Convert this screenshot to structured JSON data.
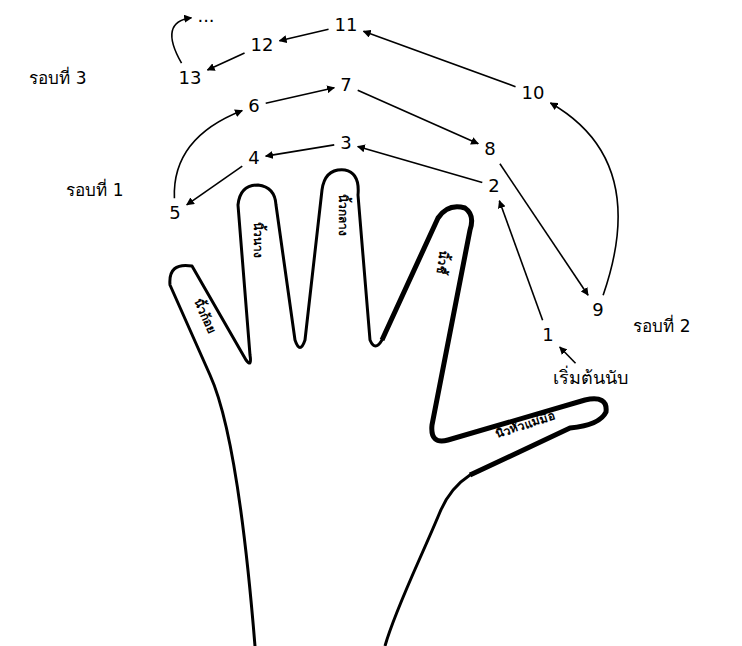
{
  "diagram": {
    "nodes": [
      {
        "text": [
          "1"
        ]
      },
      {
        "text": [
          "2"
        ]
      },
      {
        "text": [
          "3"
        ]
      },
      {
        "text": [
          "4"
        ]
      },
      {
        "text": [
          "5"
        ]
      },
      {
        "text": [
          "6"
        ]
      },
      {
        "text": [
          "7"
        ]
      },
      {
        "text": [
          "8"
        ]
      },
      {
        "text": [
          "9"
        ]
      },
      {
        "text": [
          "10"
        ]
      },
      {
        "text": [
          "11"
        ]
      },
      {
        "text": [
          "12"
        ]
      },
      {
        "text": [
          "13"
        ]
      },
      {
        "text": [
          "..."
        ]
      },
      {
        "text": [
          "เริ่มต้นนับ"
        ]
      }
    ],
    "edges": [
      {
        "from": 0,
        "to": 1,
        "arrow": "to"
      },
      {
        "from": 1,
        "to": 2,
        "arrow": "to"
      },
      {
        "from": 2,
        "to": 3,
        "arrow": "to"
      },
      {
        "from": 3,
        "to": 4,
        "arrow": "to"
      },
      {
        "from": 4,
        "to": 5,
        "arrow": "to"
      },
      {
        "from": 5,
        "to": 6,
        "arrow": "to"
      },
      {
        "from": 6,
        "to": 7,
        "arrow": "to"
      },
      {
        "from": 7,
        "to": 8,
        "arrow": "to"
      },
      {
        "from": 8,
        "to": 9,
        "arrow": "to"
      },
      {
        "from": 9,
        "to": 10,
        "arrow": "to"
      },
      {
        "from": 10,
        "to": 11,
        "arrow": "to"
      },
      {
        "from": 11,
        "to": 12,
        "arrow": "to"
      },
      {
        "from": 12,
        "to": 13,
        "arrow": "to"
      },
      {
        "from": 14,
        "to": 0,
        "arrow": "to"
      }
    ],
    "labels": [
      "รอบที่ 3",
      "รอบที่ 1",
      "รอบที่ 2",
      "นิ้วก้อย",
      "นิ้วนาง",
      "นิ้วกลาง",
      "นิ้วชี้",
      "นิ้วหัวแม่มือ"
    ]
  }
}
